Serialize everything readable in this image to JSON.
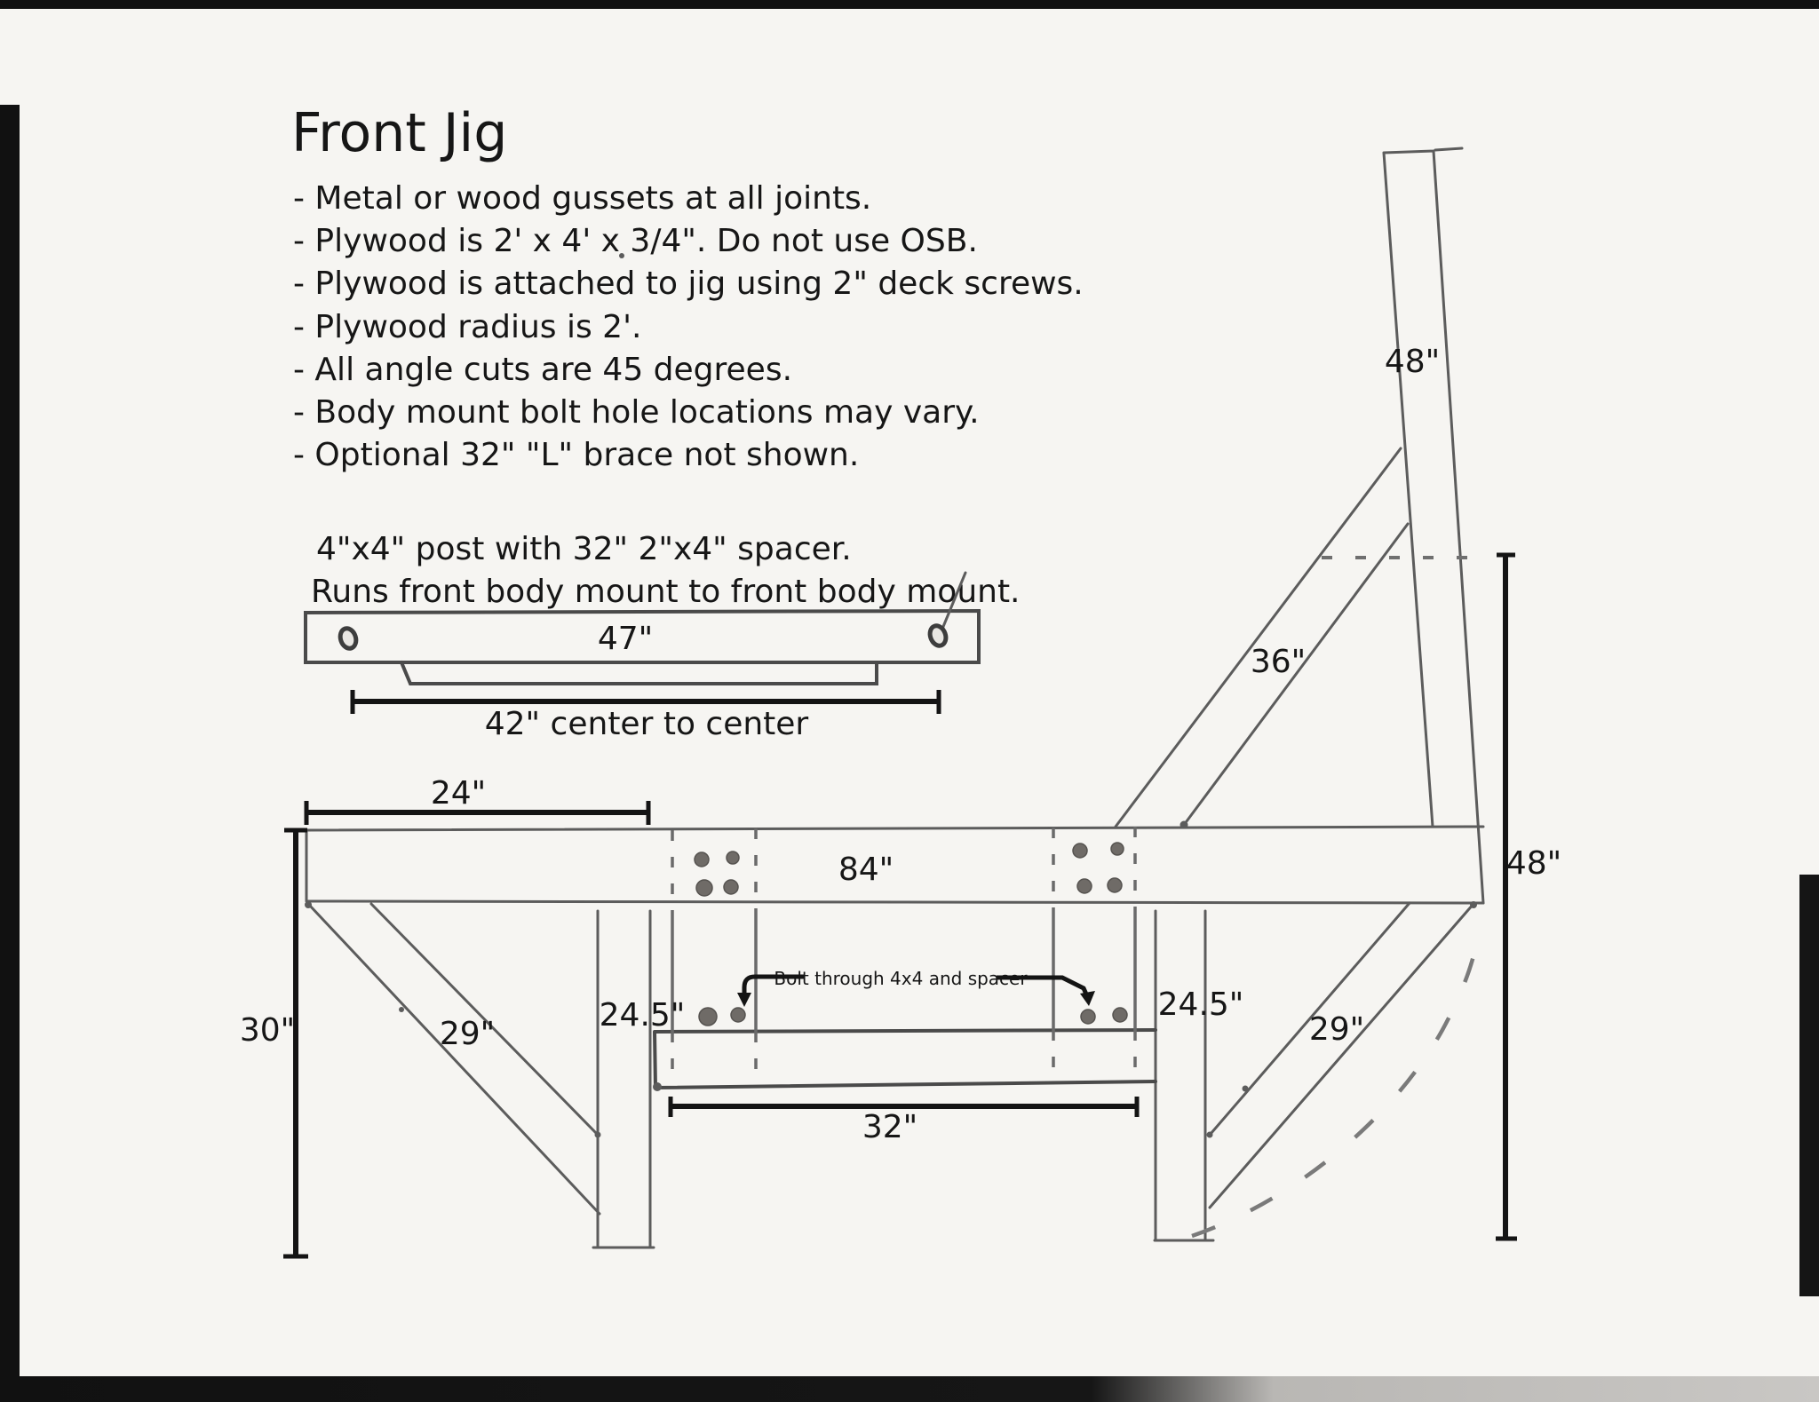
{
  "title": "Front Jig",
  "notes": [
    "- Metal or wood gussets at all joints.",
    "- Plywood is 2' x 4' x 3/4\". Do not use OSB.",
    "- Plywood is attached to jig using 2\" deck screws.",
    "- Plywood radius is 2'.",
    "- All angle cuts are 45 degrees.",
    "- Body mount bolt hole locations may vary.",
    "- Optional 32\" \"L\" brace not shown."
  ],
  "detail": {
    "caption_line1": "4\"x4\" post with 32\" 2\"x4\" spacer.",
    "caption_line2": "Runs front body mount to front body mount.",
    "bar_length": "47\"",
    "center_to_center": "42\" center to center"
  },
  "main": {
    "annotation": "Bolt through 4x4 and spacer",
    "dims": {
      "left_overhang": "24\"",
      "beam_length": "84\"",
      "left_height": "30\"",
      "left_brace": "29\"",
      "left_post_height": "24.5\"",
      "spacer_span": "32\"",
      "right_post_height": "24.5\"",
      "right_brace": "29\"",
      "upper_brace": "36\"",
      "upper_post_height": "48\"",
      "plywood_height": "48\""
    }
  },
  "colors": {
    "paper": "#f6f5f2",
    "pencil": "#5c5c5c",
    "ink": "#141414",
    "bolt": "#6f6b67"
  }
}
